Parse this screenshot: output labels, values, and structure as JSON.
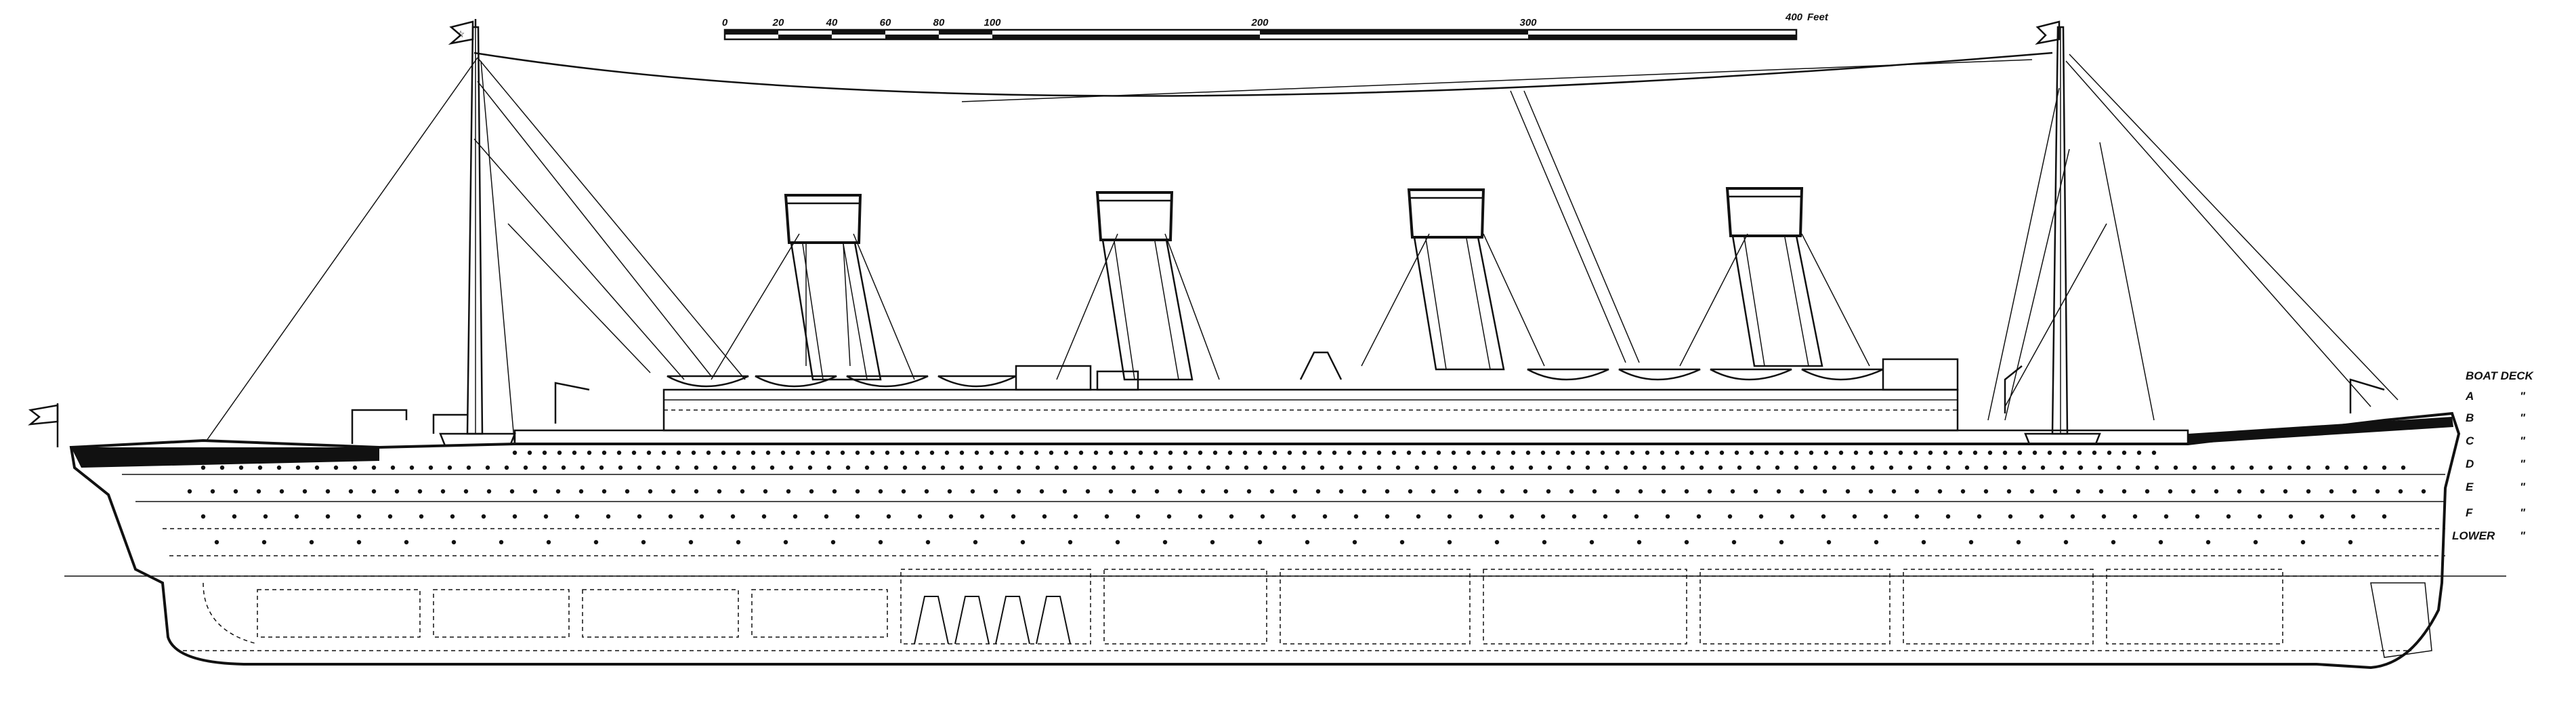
{
  "scale": {
    "ticks": [
      "0",
      "20",
      "40",
      "60",
      "80",
      "100",
      "200",
      "300",
      "400"
    ],
    "unit": "Feet",
    "tick_feet": [
      0,
      20,
      40,
      60,
      80,
      100,
      200,
      300,
      400
    ]
  },
  "decks": {
    "boat": "BOAT DECK",
    "a": "A",
    "b": "B",
    "c": "C",
    "d": "D",
    "e": "E",
    "f": "F",
    "lower": "LOWER",
    "ditto": "\""
  },
  "colors": {
    "ink": "#111111",
    "paper": "#ffffff"
  },
  "icons": {
    "fore_flag": "flag-icon",
    "aft_flag": "flag-icon",
    "bow_flag": "flag-icon"
  }
}
